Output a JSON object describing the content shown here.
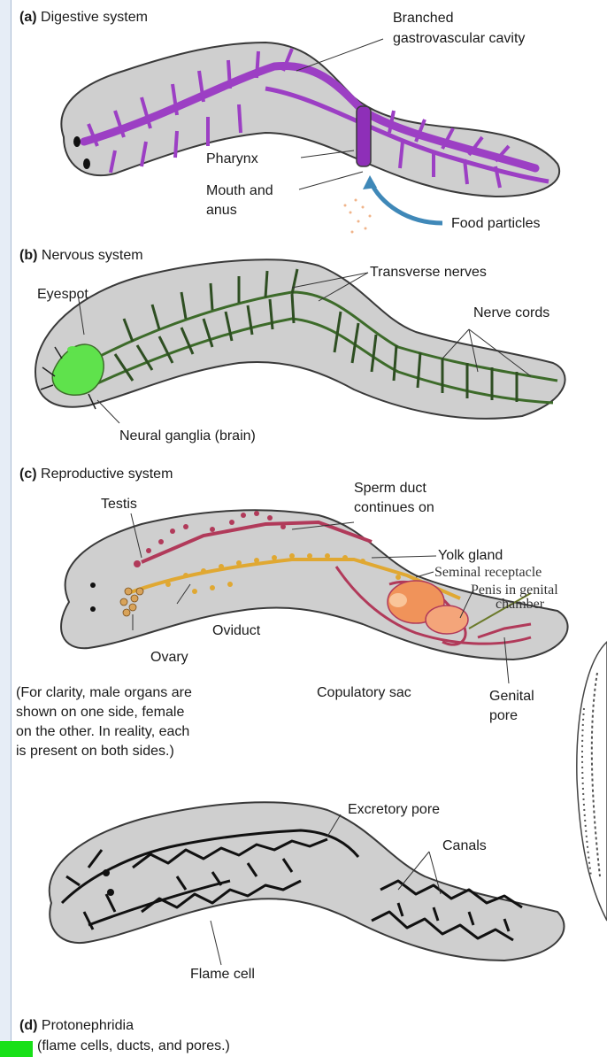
{
  "sections": {
    "digestive": {
      "heading_letter": "(a)",
      "heading": "Digestive system",
      "labels": {
        "cavity_1": "Branched",
        "cavity_2": "gastrovascular cavity",
        "pharynx": "Pharynx",
        "mouth_1": "Mouth and",
        "mouth_2": "anus",
        "food": "Food particles"
      }
    },
    "nervous": {
      "heading_letter": "(b)",
      "heading": "Nervous system",
      "labels": {
        "transverse": "Transverse nerves",
        "eyespot": "Eyespot",
        "cords": "Nerve cords",
        "ganglia": "Neural ganglia (brain)"
      }
    },
    "reproductive": {
      "heading_letter": "(c)",
      "heading": "Reproductive system",
      "labels": {
        "sperm_1": "Sperm duct",
        "sperm_2": "continues on",
        "testis": "Testis",
        "yolk": "Yolk gland",
        "seminal": "Seminal receptacle",
        "penis_1": "Penis in genital",
        "penis_2": "chamber",
        "oviduct": "Oviduct",
        "ovary": "Ovary",
        "copulatory": "Copulatory sac",
        "genital_1": "Genital",
        "genital_2": "pore",
        "note_1": "(For clarity, male organs are",
        "note_2": "shown on one side, female",
        "note_3": "on the other. In reality, each",
        "note_4": "is present on both sides.)"
      }
    },
    "excretory": {
      "heading_letter": "(d)",
      "heading": "Protonephridia",
      "subheading": "(flame cells, ducts, and pores.)",
      "labels": {
        "pore": "Excretory pore",
        "canals": "Canals",
        "flame": "Flame cell"
      }
    }
  },
  "colors": {
    "body": "#cfcfcf",
    "body_outline": "#3a3a3a",
    "digestive": "#9c3fc4",
    "nerve": "#3d6b2a",
    "ganglia": "#5fe24c",
    "testis": "#b13a5a",
    "yolk": "#e0a832",
    "penis": "#f0935a",
    "flame": "#111111",
    "food_arrow": "#3f88b8",
    "side_bar": "#e6edf6",
    "green_marker": "#18e018"
  }
}
